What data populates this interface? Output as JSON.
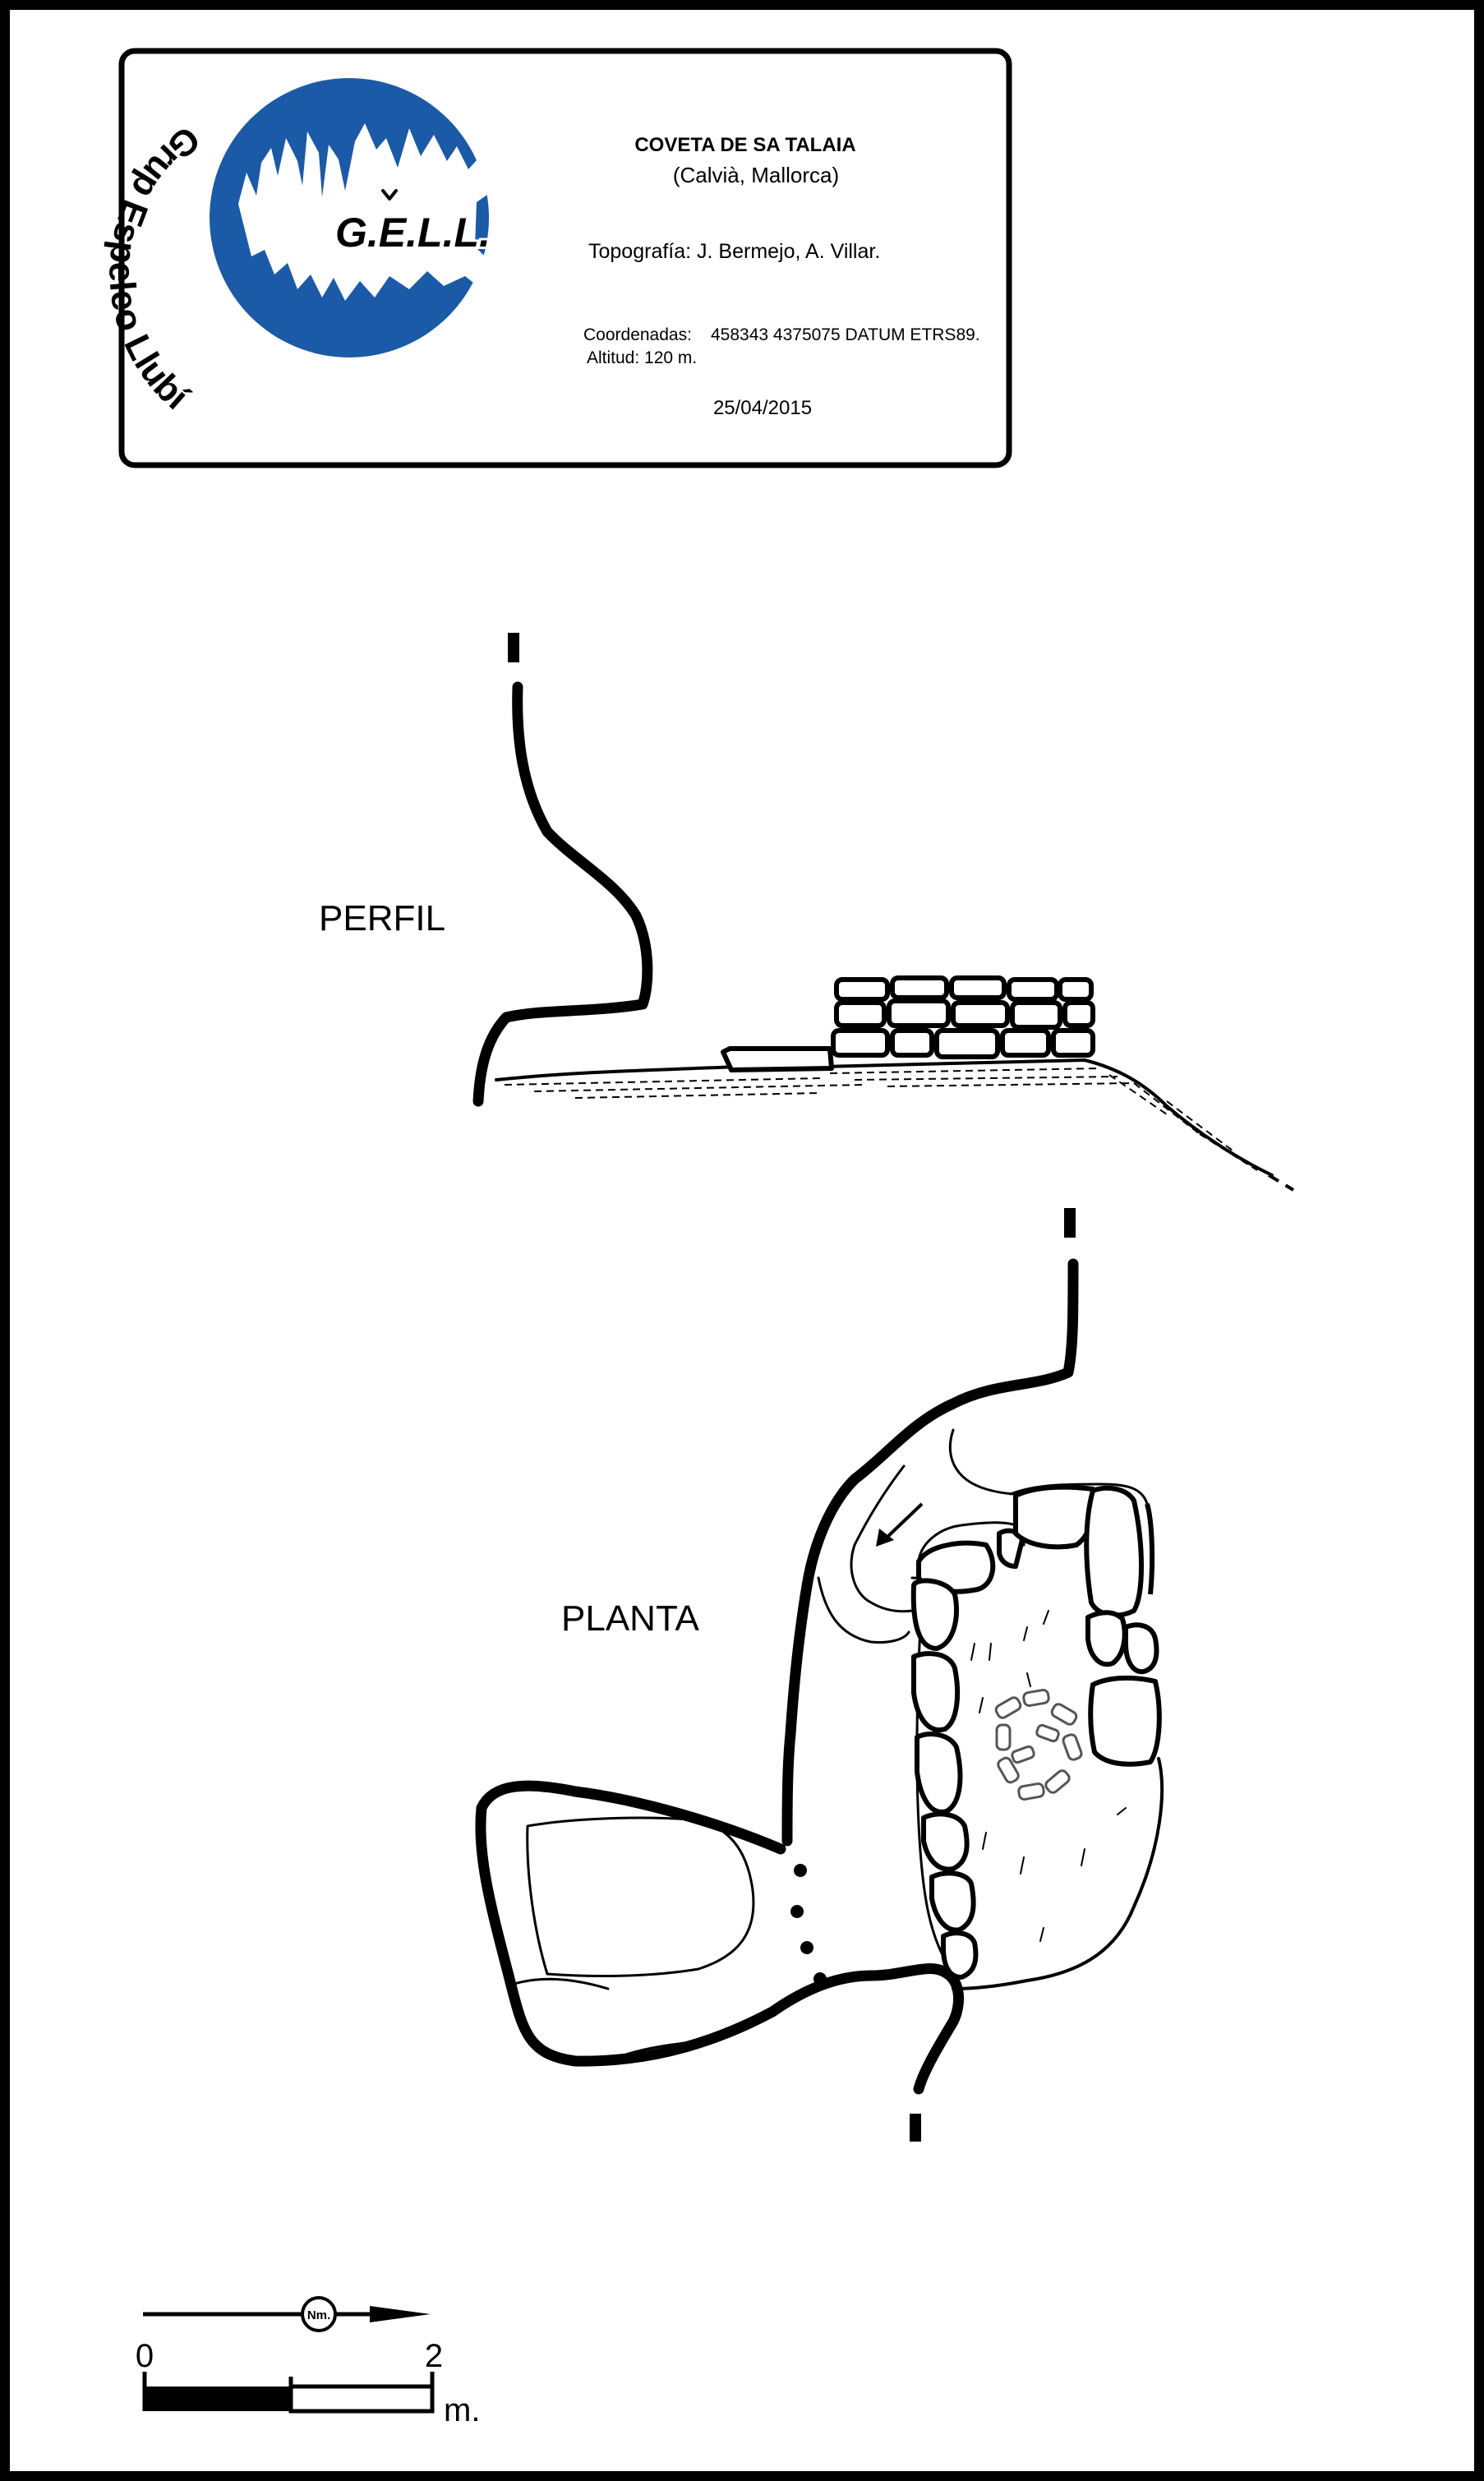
{
  "header": {
    "cave_name": "COVETA DE SA TALAIA",
    "location": "(Calvià, Mallorca)",
    "topography": "Topografía: J. Bermejo, A. Villar.",
    "coordinates_label": "Coordenadas:",
    "coordinates_value": "458343 4375075 DATUM ETRS89.",
    "altitude": "Altitud: 120 m.",
    "date": "25/04/2015"
  },
  "logo": {
    "brand_color": "#1b5aa6",
    "initials": "G.E.L.L.",
    "ring_text": "Grup Espeleo Llubí"
  },
  "views": {
    "profile_label": "PERFIL",
    "plan_label": "PLANTA"
  },
  "scale_bar": {
    "north_label": "Nm.",
    "start_label": "0",
    "end_label": "2",
    "unit": "m."
  }
}
